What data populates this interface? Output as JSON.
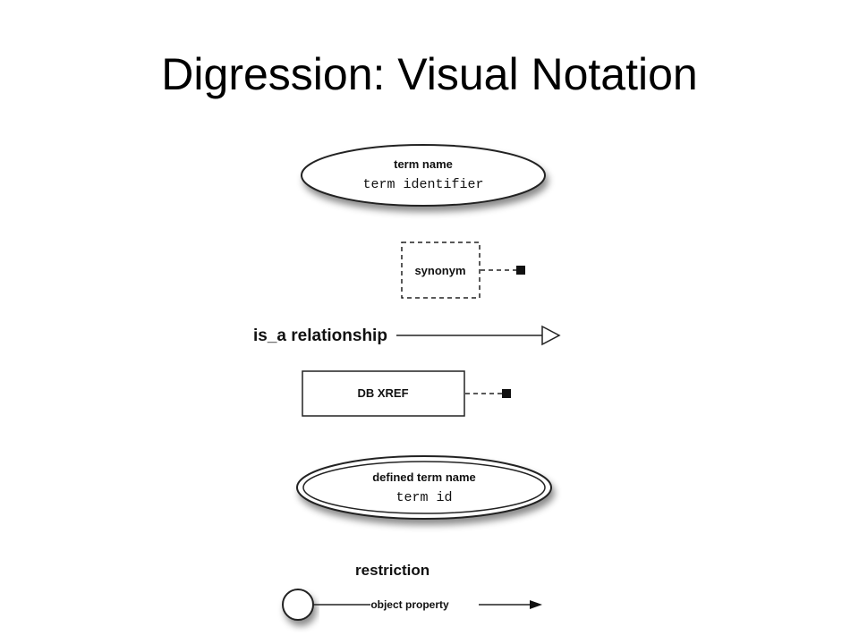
{
  "slide": {
    "title": "Digression: Visual Notation"
  },
  "diagram": {
    "term": {
      "name": "term name",
      "identifier": "term identifier"
    },
    "synonym": {
      "label": "synonym"
    },
    "is_a": {
      "label": "is_a relationship"
    },
    "xref": {
      "label": "DB XREF"
    },
    "defined_term": {
      "name": "defined term name",
      "identifier": "term id"
    },
    "restriction": {
      "heading": "restriction",
      "property": "object property"
    }
  }
}
